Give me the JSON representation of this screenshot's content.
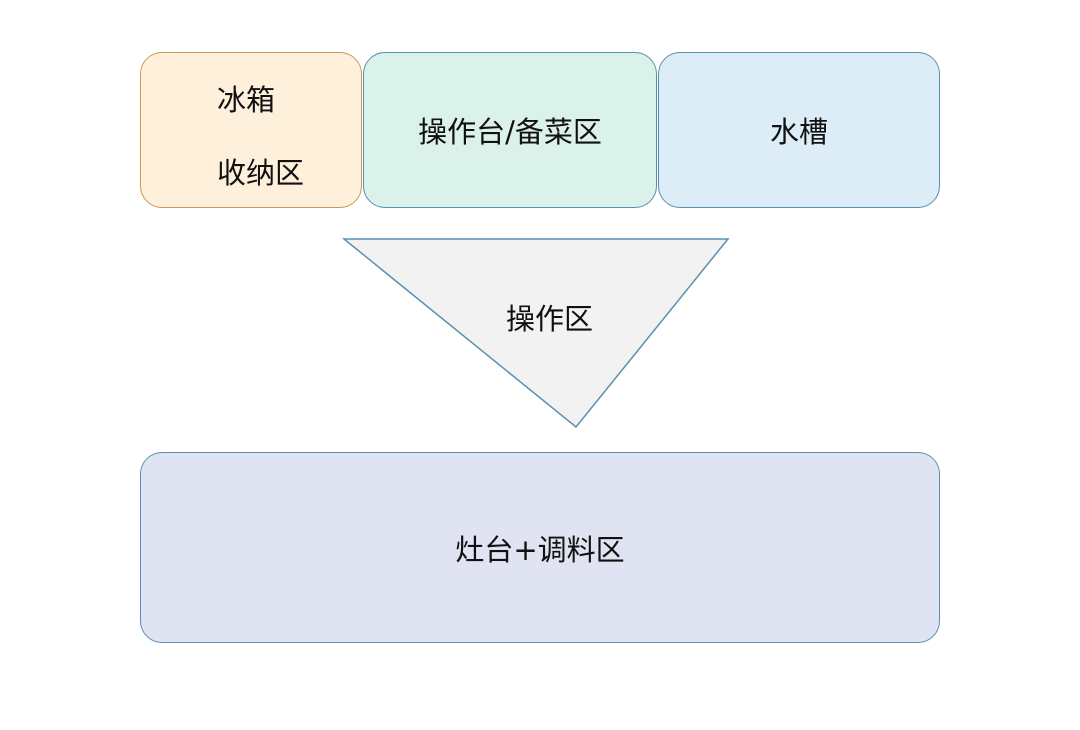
{
  "zones": {
    "fridge": {
      "line1": "冰箱",
      "line2": "收纳区"
    },
    "prep": {
      "label": "操作台/备菜区"
    },
    "sink": {
      "label": "水槽"
    },
    "work_triangle": {
      "label": "操作区"
    },
    "stove": {
      "label": "灶台+调料区"
    }
  },
  "colors": {
    "fridge_fill": "#fff0dc",
    "fridge_border": "#c89a55",
    "prep_fill": "#daf2e9",
    "sink_fill": "#dcedf8",
    "triangle_fill": "#f2f2f2",
    "stove_fill": "#dfe3f2",
    "border_blue": "#5b8fb0"
  }
}
